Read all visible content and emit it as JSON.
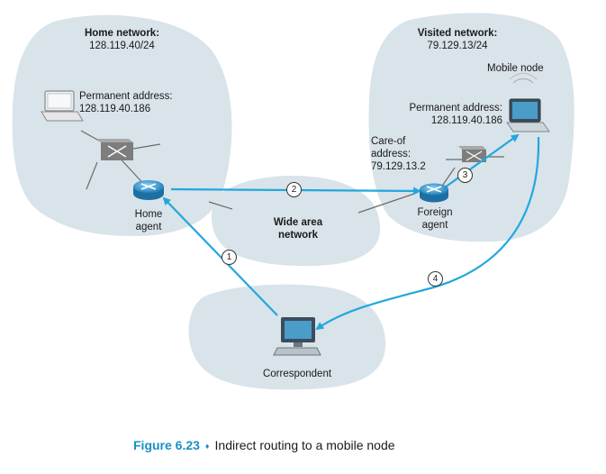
{
  "home_network": {
    "title": "Home network:",
    "subnet": "128.119.40/24"
  },
  "visited_network": {
    "title": "Visited network:",
    "subnet": "79.129.13/24"
  },
  "home_host": {
    "label1": "Permanent address:",
    "label2": "128.119.40.186"
  },
  "mobile_node": {
    "label": "Mobile node",
    "perm1": "Permanent address:",
    "perm2": "128.119.40.186"
  },
  "care_of": {
    "line1": "Care-of",
    "line2": "address:",
    "line3": "79.129.13.2"
  },
  "home_agent": {
    "line1": "Home",
    "line2": "agent"
  },
  "foreign_agent": {
    "line1": "Foreign",
    "line2": "agent"
  },
  "wan": {
    "line1": "Wide area",
    "line2": "network"
  },
  "correspondent": {
    "label": "Correspondent"
  },
  "steps": [
    "1",
    "2",
    "3",
    "4"
  ],
  "caption": {
    "figure": "Figure 6.23",
    "separator": "♦",
    "text": "Indirect routing to a mobile node"
  },
  "colors": {
    "cloud": "#d9e3ea",
    "arrow": "#22a7dd",
    "router": "#3a9fd4",
    "caption_accent": "#1a8fc4"
  }
}
